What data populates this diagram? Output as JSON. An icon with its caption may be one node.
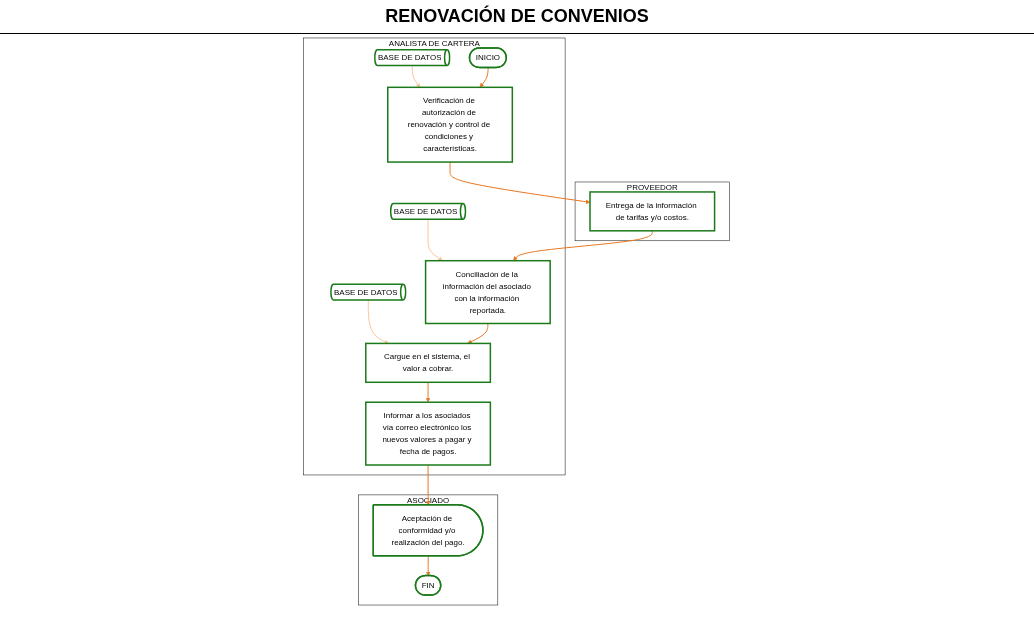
{
  "diagram": {
    "title": "RENOVACIÓN DE CONVENIOS",
    "nodes": [
      {
        "text": [
          "ANALISTA DE CARTERA"
        ]
      },
      {
        "text": [
          "BASE DE DATOS"
        ],
        "in": 0
      },
      {
        "text": [
          "BASE DE DATOS"
        ],
        "in": 0
      },
      {
        "text": [
          "BASE DE DATOS"
        ],
        "in": 0
      },
      {
        "text": [
          "INICIO"
        ],
        "in": 0
      },
      {
        "text": [
          "Verificación de autorización de renovación y control de condiciones y características."
        ],
        "in": 0
      },
      {
        "text": [
          "Conciliación de la información del asociado con la información reportada."
        ],
        "in": 0
      },
      {
        "text": [
          "Cargue en el sistema, el valor a cobrar."
        ],
        "in": 0
      },
      {
        "text": [
          "Informar a los asociados vía correo electrónico los nuevos valores a pagar y fecha de pagos."
        ],
        "in": 0
      },
      {
        "text": [
          "PROVEEDOR"
        ]
      },
      {
        "text": [
          "Entrega de la información de tarifas y/o costos."
        ],
        "in": 9
      },
      {
        "text": [
          "ASOCIADO"
        ]
      },
      {
        "text": [
          "Aceptación de conformidad y/o realización del pago."
        ],
        "in": 11
      },
      {
        "text": [
          "FIN"
        ],
        "in": 11
      }
    ],
    "edges": [
      {
        "from": 1,
        "to": 5,
        "arrow": "to",
        "color": "#f9c49a"
      },
      {
        "from": 2,
        "to": 6,
        "arrow": "to",
        "color": "#f9c49a"
      },
      {
        "from": 3,
        "to": 7,
        "arrow": "to",
        "color": "#f9c49a"
      },
      {
        "from": 4,
        "to": 5,
        "arrow": "to"
      },
      {
        "from": 5,
        "to": 10,
        "arrow": "to"
      },
      {
        "from": 10,
        "to": 6,
        "arrow": "to"
      },
      {
        "from": 6,
        "to": 7,
        "arrow": "to"
      },
      {
        "from": 7,
        "to": 8,
        "arrow": "to"
      },
      {
        "from": 8,
        "to": 12,
        "arrow": "to"
      },
      {
        "from": 12,
        "to": 13,
        "arrow": "to"
      }
    ]
  }
}
